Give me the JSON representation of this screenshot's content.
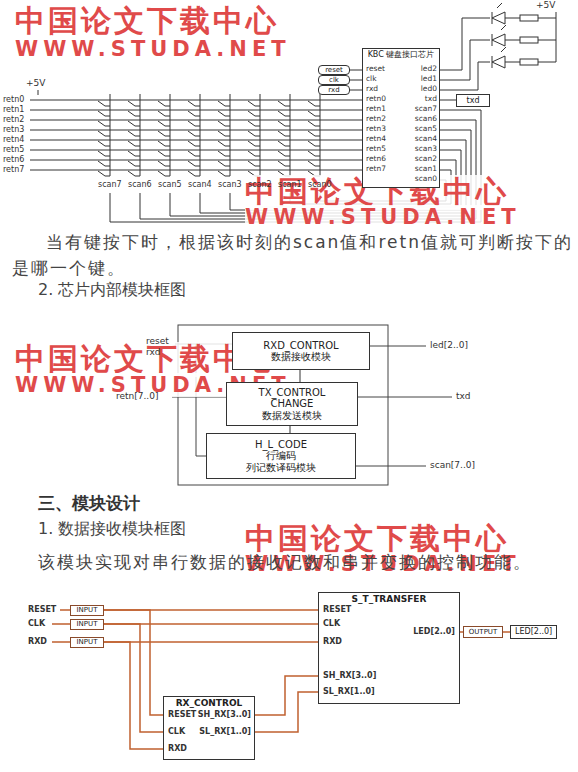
{
  "diagram": {
    "nodes": [
      {
        "text": [
          "KBC 键盘接口芯片"
        ]
      },
      {
        "text": [
          "reset"
        ]
      },
      {
        "text": [
          "clk"
        ]
      },
      {
        "text": [
          "rxd"
        ]
      },
      {
        "text": [
          "txd"
        ]
      },
      {
        "text": [
          "RXD_CONTROL",
          "数据接收模块"
        ]
      },
      {
        "text": [
          "TX_CONTROL",
          "CHANGE",
          "数据发送模块"
        ]
      },
      {
        "text": [
          "H_L_CODE",
          "行编码",
          "列记数译码模块"
        ]
      },
      {
        "text": [
          "INPUT"
        ]
      },
      {
        "text": [
          "INPUT"
        ]
      },
      {
        "text": [
          "INPUT"
        ]
      },
      {
        "text": [
          "S_T_TRANSFER"
        ]
      },
      {
        "text": [
          "RX_CONTROL"
        ]
      },
      {
        "text": [
          "OUTPUT"
        ]
      },
      {
        "text": [
          "LED[2..0]"
        ]
      }
    ],
    "edges": [
      {
        "from": 1,
        "to": 0,
        "arrow": "none"
      },
      {
        "from": 2,
        "to": 0,
        "arrow": "none"
      },
      {
        "from": 3,
        "to": 0,
        "arrow": "none"
      },
      {
        "from": 0,
        "to": 4,
        "arrow": "none"
      },
      {
        "from": 5,
        "to": 6,
        "arrow": "none"
      },
      {
        "from": 6,
        "to": 7,
        "arrow": "none"
      },
      {
        "from": 8,
        "to": 11,
        "arrow": "none"
      },
      {
        "from": 8,
        "to": 12,
        "arrow": "none"
      },
      {
        "from": 9,
        "to": 11,
        "arrow": "none"
      },
      {
        "from": 9,
        "to": 12,
        "arrow": "none"
      },
      {
        "from": 10,
        "to": 11,
        "arrow": "none"
      },
      {
        "from": 10,
        "to": 12,
        "arrow": "none"
      },
      {
        "from": 12,
        "to": 11,
        "arrow": "none"
      },
      {
        "from": 12,
        "to": 11,
        "arrow": "none"
      },
      {
        "from": 11,
        "to": 13,
        "arrow": "none"
      },
      {
        "from": 13,
        "to": 14,
        "arrow": "none"
      }
    ],
    "labels": [
      "中国论文下载中心",
      "WWW.STUDA.NET",
      "+5V",
      "+5V",
      "retn0",
      "retn1",
      "retn2",
      "retn3",
      "retn4",
      "retn5",
      "retn6",
      "retn7",
      "scan7",
      "scan6",
      "scan5",
      "scan4",
      "scan3",
      "scan2",
      "scan1",
      "scan0",
      "reset",
      "clk",
      "rxd",
      "retn0",
      "retn1",
      "retn2",
      "retn3",
      "retn4",
      "retn5",
      "retn6",
      "retn7",
      "led2",
      "led1",
      "led0",
      "txd",
      "scan7",
      "scan6",
      "scan5",
      "scan4",
      "scan3",
      "scan2",
      "scan1",
      "scan0",
      "中国论文下载中心",
      "WWW.STUDA.NET",
      "当有键按下时，根据该时刻的scan值和retn值就可判断按下的是哪一个键。",
      "2. 芯片内部模块框图",
      "中国论文下载中心",
      "WWW.STUDA.NET",
      "reset",
      "rxd",
      "retn[7..0]",
      "led[2..0]",
      "txd",
      "scan[7..0]",
      "三、模块设计",
      "1. 数据接收模块框图",
      "中国论文下载中心",
      "WWW.STUDA.NET",
      "该模块实现对串行数据的接收记数和串并变换的控制功能。",
      "RESET",
      "CLK",
      "RXD",
      "RESET",
      "CLK",
      "RXD",
      "SH_RX[3..0]",
      "SL_RX[1..0]",
      "LED[2..0]",
      "RESET",
      "CLK",
      "RXD",
      "SH_RX[3..0]",
      "SL_RX[1..0]"
    ]
  }
}
